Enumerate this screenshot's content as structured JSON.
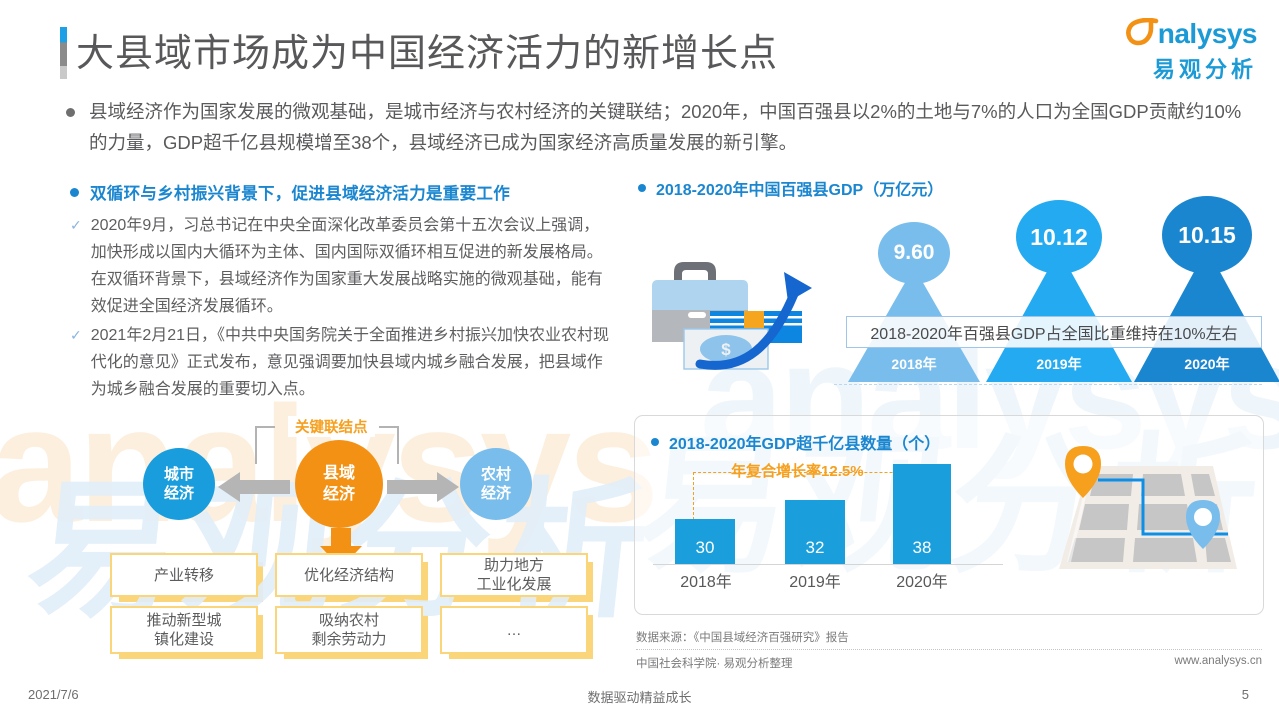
{
  "brand": {
    "logo_text": "nalysys",
    "logo_cn": "易观分析",
    "logo_color": "#1b9ad6",
    "accent_orange": "#f39115",
    "accent_blue": "#1b86d0"
  },
  "header": {
    "title": "大县域市场成为中国经济活力的新增长点"
  },
  "intro": {
    "bullet": "县域经济作为国家发展的微观基础，是城市经济与农村经济的关键联结；2020年，中国百强县以2%的土地与7%的人口为全国GDP贡献约10%的力量，GDP超千亿县规模增至38个，县域经济已成为国家经济高质量发展的新引擎。"
  },
  "left_column": {
    "heading": "双循环与乡村振兴背景下，促进县域经济活力是重要工作",
    "items": [
      "2020年9月，习总书记在中央全面深化改革委员会第十五次会议上强调，加快形成以国内大循环为主体、国内国际双循环相互促进的新发展格局。在双循环背景下，县域经济作为国家重大发展战略实施的微观基础，能有效促进全国经济发展循环。",
      "2021年2月21日，《中共中央国务院关于全面推进乡村振兴加快农业农村现代化的意见》正式发布，意见强调要加快县域内城乡融合发展，把县域作为城乡融合发展的重要切入点。"
    ]
  },
  "diagram": {
    "bracket_label": "关键联结点",
    "nodes": {
      "left": "城市\n经济",
      "left_line1": "城市",
      "left_line2": "经济",
      "center_line1": "县域",
      "center_line2": "经济",
      "right_line1": "农村",
      "right_line2": "经济"
    },
    "boxes_row1": [
      "产业转移",
      "优化经济结构",
      "助力地方\n工业化发展"
    ],
    "boxes_row2": [
      "推动新型城\n镇化建设",
      "吸纳农村\n剩余劳动力",
      "…"
    ],
    "box_r1_c1": "产业转移",
    "box_r1_c2": "优化经济结构",
    "box_r1_c3_l1": "助力地方",
    "box_r1_c3_l2": "工业化发展",
    "box_r2_c1_l1": "推动新型城",
    "box_r2_c1_l2": "镇化建设",
    "box_r2_c2_l1": "吸纳农村",
    "box_r2_c2_l2": "剩余劳动力",
    "box_r2_c3": "…"
  },
  "chart_data": [
    {
      "type": "bar",
      "title": "2018-2020年中国百强县GDP（万亿元）",
      "categories": [
        "2018年",
        "2019年",
        "2020年"
      ],
      "values": [
        9.6,
        10.12,
        10.15
      ],
      "value_labels": [
        "9.60",
        "10.12",
        "10.15"
      ],
      "colors": [
        "#79bdec",
        "#23aaf0",
        "#1b86d0"
      ],
      "annotation": "2018-2020年百强县GDP占全国比重维持在10%左右",
      "xlabel": "",
      "ylabel": "万亿元",
      "ylim": [
        0,
        11
      ]
    },
    {
      "type": "bar",
      "title": "2018-2020年GDP超千亿县数量（个）",
      "categories": [
        "2018年",
        "2019年",
        "2020年"
      ],
      "values": [
        30,
        32,
        38
      ],
      "value_labels": [
        "30",
        "32",
        "38"
      ],
      "colors": [
        "#1b9fdc",
        "#1b9fdc",
        "#1b9fdc"
      ],
      "annotation": "年复合增长率12.5%",
      "annotation_color": "#f6a01f",
      "xlabel": "",
      "ylabel": "个",
      "ylim": [
        0,
        40
      ]
    }
  ],
  "panel1": {
    "heading": "2018-2020年中国百强县GDP（万亿元）",
    "callout": "2018-2020年百强县GDP占全国比重维持在10%左右",
    "bubbles": [
      "9.60",
      "10.12",
      "10.15"
    ],
    "years": [
      "2018年",
      "2019年",
      "2020年"
    ]
  },
  "panel2": {
    "heading": "2018-2020年GDP超千亿县数量（个）",
    "cagr": "年复合增长率12.5%",
    "values": [
      "30",
      "32",
      "38"
    ],
    "years": [
      "2018年",
      "2019年",
      "2020年"
    ]
  },
  "source": {
    "line1": "数据来源：《中国县域经济百强研究》报告",
    "line2_left": "中国社会科学院· 易观分析整理",
    "line2_right": "www.analysys.cn"
  },
  "footer": {
    "date": "2021/7/6",
    "center": "数据驱动精益成长",
    "page": "5"
  },
  "watermark": {
    "en": "analysys",
    "cn": "易观分析"
  }
}
